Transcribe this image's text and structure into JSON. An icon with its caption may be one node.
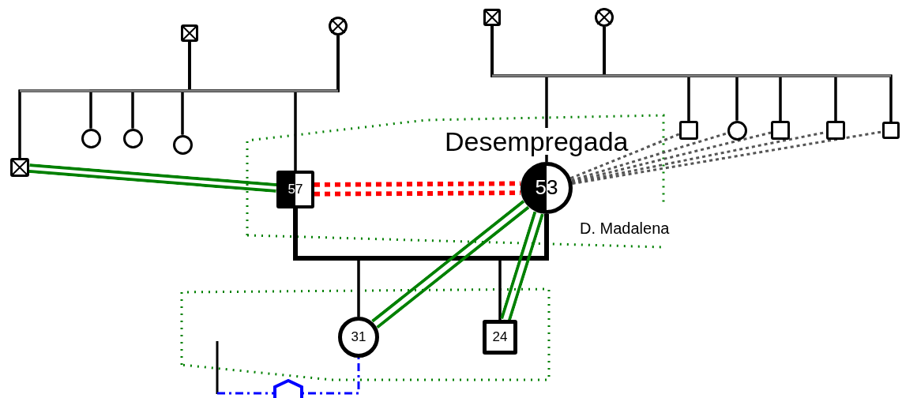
{
  "diagram": {
    "nodes": [
      {
        "text": [],
        "shape": "box"
      },
      {
        "text": [],
        "shape": "circle"
      },
      {
        "text": [],
        "shape": "box"
      },
      {
        "text": [],
        "shape": "circle"
      },
      {
        "text": [],
        "shape": "box"
      },
      {
        "text": [],
        "shape": "circle"
      },
      {
        "text": [],
        "shape": "circle"
      },
      {
        "text": [],
        "shape": "circle"
      },
      {
        "text": [
          "57"
        ]
      },
      {
        "text": [
          "53"
        ],
        "beside": [
          "Desempregada",
          "D. Madalena"
        ]
      },
      {
        "text": [],
        "shape": "box"
      },
      {
        "text": [],
        "shape": "circle"
      },
      {
        "text": [],
        "shape": "box"
      },
      {
        "text": [],
        "shape": "box"
      },
      {
        "text": [],
        "shape": "box"
      },
      {
        "text": [
          "31"
        ]
      },
      {
        "text": [
          "24"
        ]
      }
    ],
    "edges": [
      {
        "from": 0,
        "to": 1,
        "arrow": "none",
        "color": "#808080"
      },
      {
        "from": 2,
        "to": 3,
        "arrow": "none",
        "color": "#808080"
      },
      {
        "from": 0,
        "to": 4,
        "arrow": "none"
      },
      {
        "from": 1,
        "to": 4,
        "arrow": "none"
      },
      {
        "from": 0,
        "to": 5,
        "arrow": "none"
      },
      {
        "from": 1,
        "to": 5,
        "arrow": "none"
      },
      {
        "from": 0,
        "to": 6,
        "arrow": "none"
      },
      {
        "from": 1,
        "to": 6,
        "arrow": "none"
      },
      {
        "from": 0,
        "to": 7,
        "arrow": "none"
      },
      {
        "from": 1,
        "to": 7,
        "arrow": "none"
      },
      {
        "from": 0,
        "to": 8,
        "arrow": "none"
      },
      {
        "from": 1,
        "to": 8,
        "arrow": "none"
      },
      {
        "from": 2,
        "to": 9,
        "arrow": "none"
      },
      {
        "from": 3,
        "to": 9,
        "arrow": "none"
      },
      {
        "from": 2,
        "to": 10,
        "arrow": "none"
      },
      {
        "from": 3,
        "to": 10,
        "arrow": "none"
      },
      {
        "from": 2,
        "to": 11,
        "arrow": "none"
      },
      {
        "from": 3,
        "to": 11,
        "arrow": "none"
      },
      {
        "from": 2,
        "to": 12,
        "arrow": "none"
      },
      {
        "from": 3,
        "to": 12,
        "arrow": "none"
      },
      {
        "from": 2,
        "to": 13,
        "arrow": "none"
      },
      {
        "from": 3,
        "to": 13,
        "arrow": "none"
      },
      {
        "from": 2,
        "to": 14,
        "arrow": "none"
      },
      {
        "from": 3,
        "to": 14,
        "arrow": "none"
      },
      {
        "from": 8,
        "to": 9,
        "arrow": "none",
        "style": "thick"
      },
      {
        "from": 8,
        "to": 15,
        "arrow": "none"
      },
      {
        "from": 9,
        "to": 15,
        "arrow": "none"
      },
      {
        "from": 8,
        "to": 16,
        "arrow": "none"
      },
      {
        "from": 9,
        "to": 16,
        "arrow": "none"
      },
      {
        "from": 8,
        "to": 9,
        "arrow": "none",
        "style": "dashed",
        "color": "#ff0000"
      },
      {
        "from": 4,
        "to": 8,
        "arrow": "none",
        "style": "thick",
        "color": "#008000"
      },
      {
        "from": 9,
        "to": 15,
        "arrow": "none",
        "style": "thick",
        "color": "#008000"
      },
      {
        "from": 9,
        "to": 16,
        "arrow": "none",
        "style": "thick",
        "color": "#008000"
      },
      {
        "from": 9,
        "to": 10,
        "arrow": "none",
        "style": "dashed",
        "color": "#555555"
      },
      {
        "from": 9,
        "to": 11,
        "arrow": "none",
        "style": "dashed",
        "color": "#555555"
      },
      {
        "from": 9,
        "to": 12,
        "arrow": "none",
        "style": "dashed",
        "color": "#555555"
      },
      {
        "from": 9,
        "to": 13,
        "arrow": "none",
        "style": "dashed",
        "color": "#555555"
      },
      {
        "from": 9,
        "to": 14,
        "arrow": "none",
        "style": "dashed",
        "color": "#555555"
      },
      {
        "from": null,
        "to": 15,
        "arrow": "none",
        "style": "dashed",
        "color": "#0000ff"
      }
    ]
  }
}
